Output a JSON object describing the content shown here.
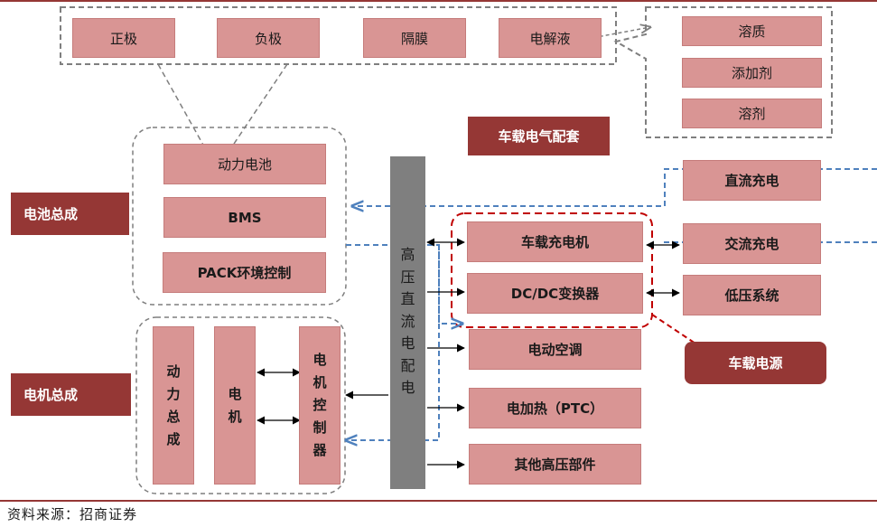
{
  "electrolyte_materials": {
    "cathode": "正极",
    "anode": "负极",
    "separator": "隔膜",
    "electrolyte": "电解液"
  },
  "electrolyte_components": {
    "solute": "溶质",
    "additive": "添加剂",
    "solvent": "溶剂"
  },
  "battery_assembly": {
    "label": "电池总成",
    "power_battery": "动力电池",
    "bms": "BMS",
    "pack_control": "PACK环境控制"
  },
  "motor_assembly": {
    "label": "电机总成",
    "motor_assembly_text": [
      "动",
      "力",
      "总",
      "成"
    ],
    "motor_text": [
      "电",
      "机"
    ],
    "controller_text": [
      "电",
      "机",
      "控",
      "制",
      "器"
    ]
  },
  "hv_distribution": {
    "text": [
      "高",
      "压",
      "直",
      "流",
      "电",
      "配",
      "电"
    ]
  },
  "vehicle_electrical": {
    "label": "车载电气配套",
    "onboard_charger": "车载充电机",
    "dcdc": "DC/DC变换器",
    "ac": "电动空调",
    "ptc": "电加热（PTC）",
    "other_hv": "其他高压部件"
  },
  "charging": {
    "dc_charging": "直流充电",
    "ac_charging": "交流充电",
    "low_voltage": "低压系统"
  },
  "power_source_label": "车载电源",
  "source": "资料来源：招商证券",
  "colors": {
    "box_fill": "#d99594",
    "dark_red": "#953735",
    "bar_gray": "#7f7f7f",
    "blue_dash": "#4f81bd",
    "red_dash": "#c00000",
    "gray_dash": "#7f7f7f"
  }
}
